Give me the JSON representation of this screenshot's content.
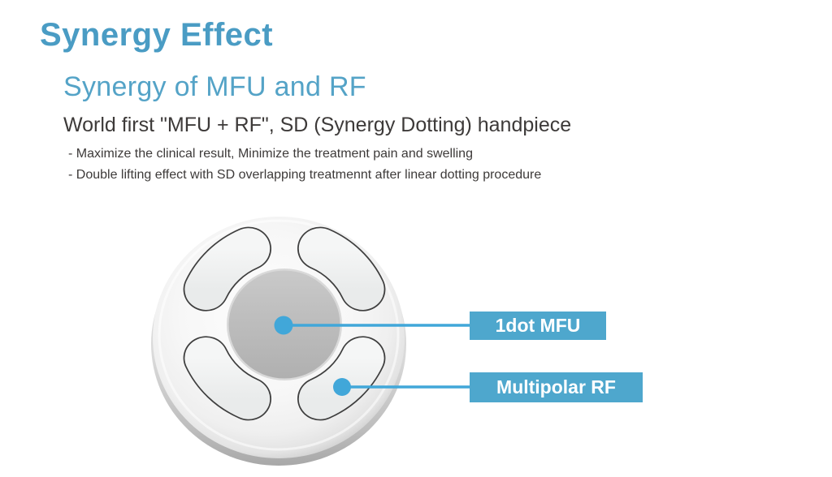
{
  "slide": {
    "title": "Synergy Effect",
    "subtitle": "Synergy of MFU and RF",
    "heading": "World first \"MFU + RF\", SD (Synergy Dotting) handpiece",
    "bullets": [
      "- Maximize the clinical result, Minimize the treatment pain and swelling",
      "- Double lifting effect with SD overlapping treatmennt after linear dotting procedure"
    ]
  },
  "diagram": {
    "callouts": [
      {
        "label": "1dot MFU"
      },
      {
        "label": "Multipolar RF"
      }
    ]
  },
  "colors": {
    "title_teal": "#4A9CC4",
    "subtitle_teal": "#54A3C7",
    "body_text": "#3D3A39",
    "callout_blue": "#41A7D9",
    "label_box_blue": "#4EA7CD"
  }
}
